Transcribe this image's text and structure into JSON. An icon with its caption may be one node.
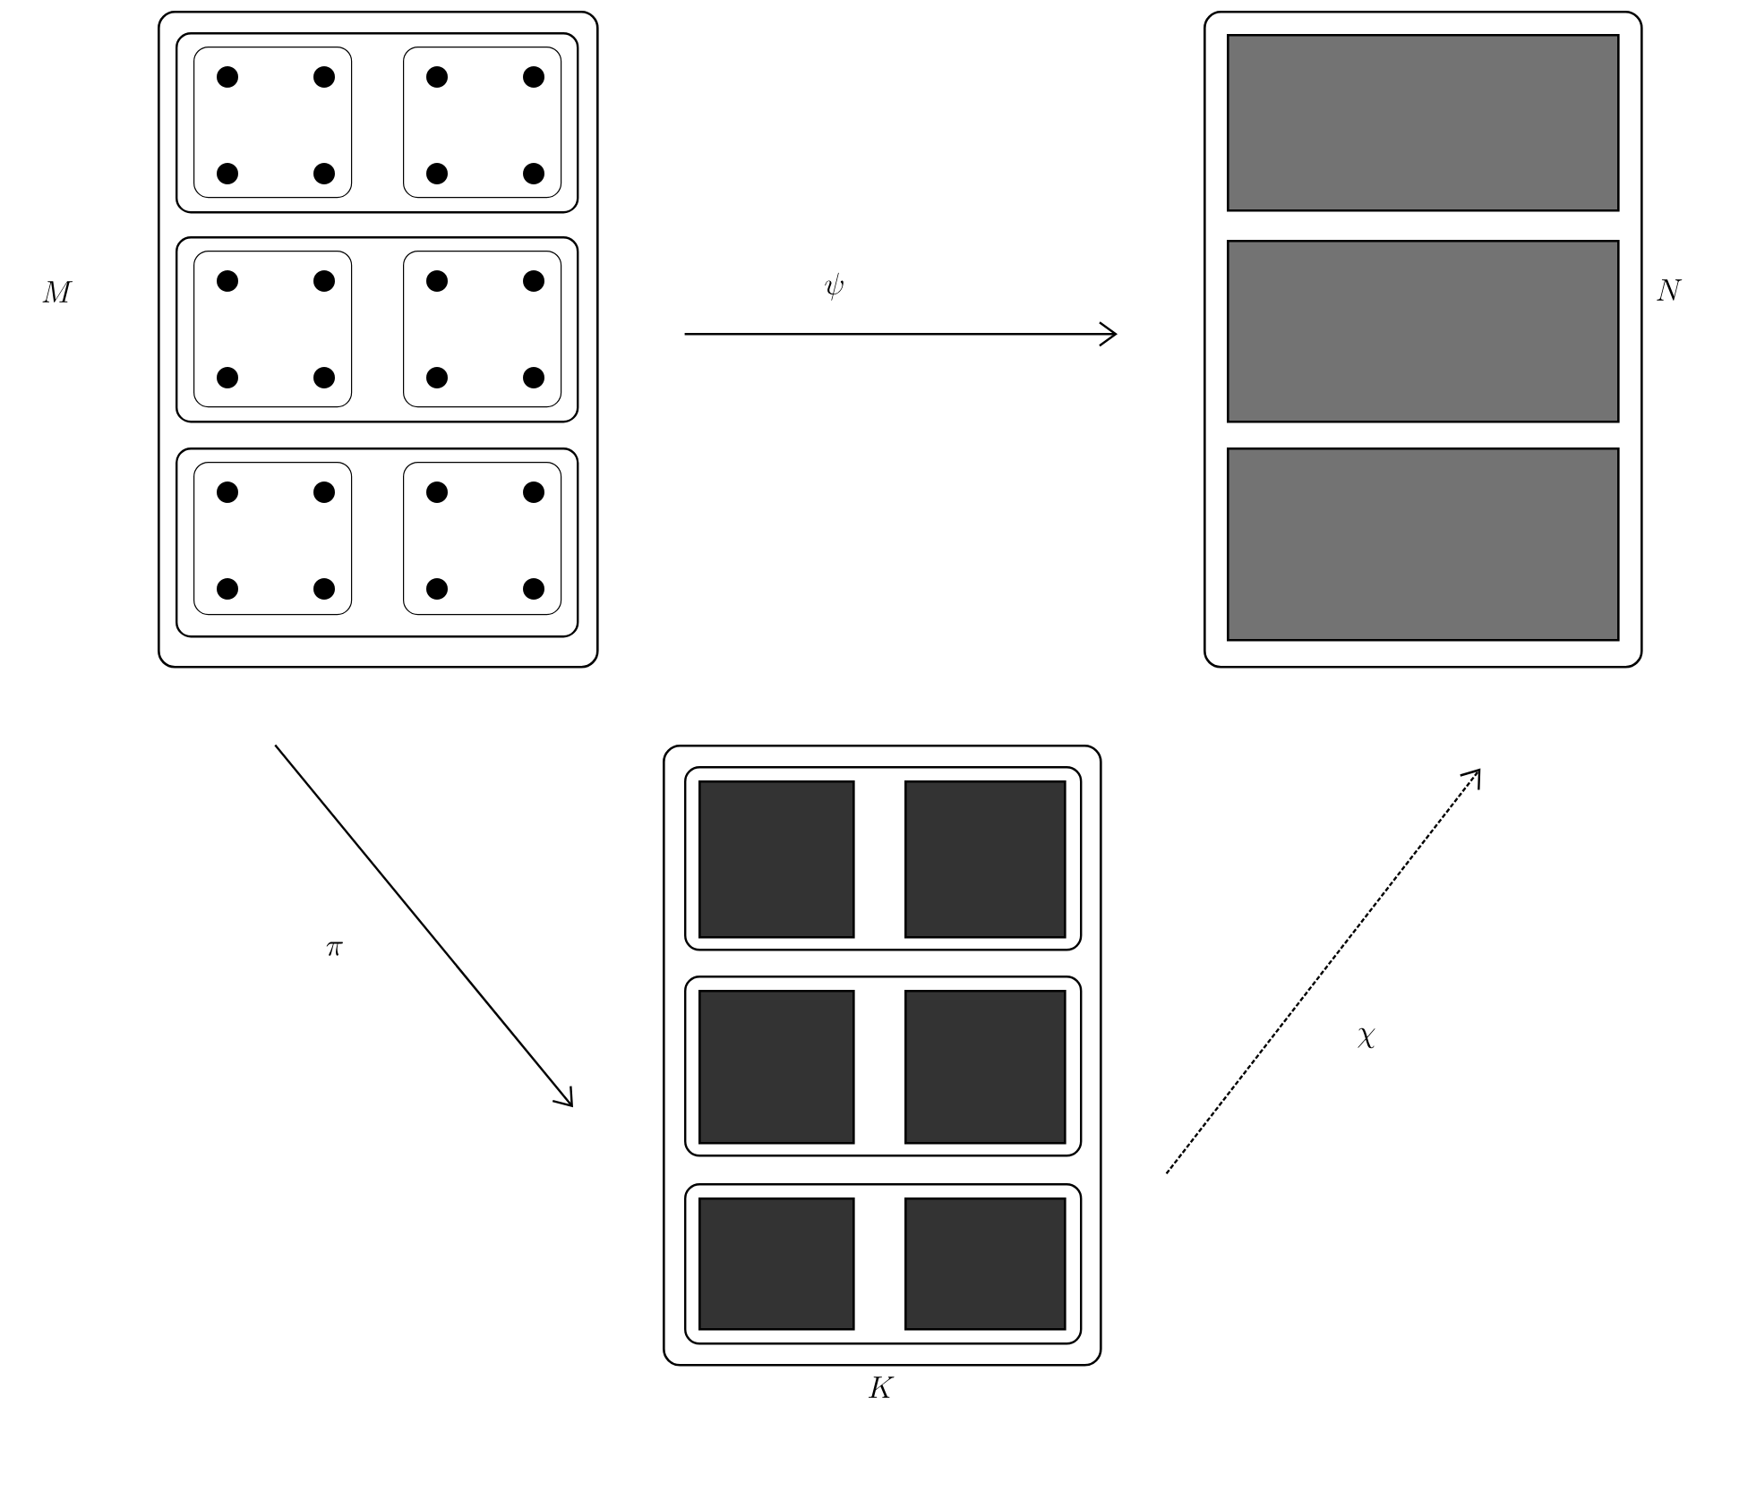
{
  "diagram": {
    "nodes": [
      {
        "text": [
          "M"
        ]
      },
      {
        "text": [],
        "shape": "box",
        "in": 0
      },
      {
        "text": [],
        "shape": "box",
        "in": 1
      },
      {
        "text": [],
        "shape": "box",
        "in": 1
      },
      {
        "text": [],
        "shape": "box",
        "in": 0
      },
      {
        "text": [],
        "shape": "box",
        "in": 4
      },
      {
        "text": [],
        "shape": "box",
        "in": 4
      },
      {
        "text": [],
        "shape": "box",
        "in": 0
      },
      {
        "text": [],
        "shape": "box",
        "in": 7
      },
      {
        "text": [],
        "shape": "box",
        "in": 7
      },
      {
        "text": [
          "N"
        ]
      },
      {
        "text": [],
        "shape": "box",
        "in": 10
      },
      {
        "text": [],
        "shape": "box",
        "in": 10
      },
      {
        "text": [],
        "shape": "box",
        "in": 10
      },
      {
        "text": [
          "K"
        ]
      },
      {
        "text": [],
        "shape": "box",
        "in": 14
      },
      {
        "text": [],
        "shape": "box",
        "in": 15
      },
      {
        "text": [],
        "shape": "box",
        "in": 15
      },
      {
        "text": [],
        "shape": "box",
        "in": 14
      },
      {
        "text": [],
        "shape": "box",
        "in": 18
      },
      {
        "text": [],
        "shape": "box",
        "in": 18
      },
      {
        "text": [],
        "shape": "box",
        "in": 14
      },
      {
        "text": [],
        "shape": "box",
        "in": 21
      },
      {
        "text": [],
        "shape": "box",
        "in": 21
      }
    ],
    "edges": [
      {
        "from": 0,
        "to": 10,
        "arrow": "to",
        "label": "\\psi"
      },
      {
        "from": 0,
        "to": 14,
        "arrow": "to",
        "label": "\\pi"
      },
      {
        "from": 14,
        "to": 10,
        "arrow": "to",
        "label": "\\chi",
        "style": "dashed"
      }
    ]
  }
}
